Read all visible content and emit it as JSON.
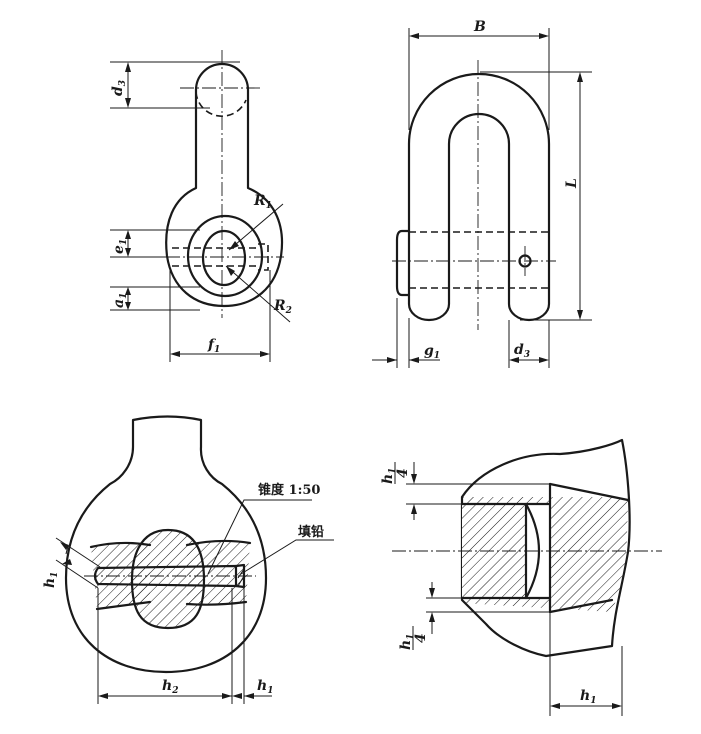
{
  "labels": {
    "d3_top": "d",
    "d3_top_sub": "3",
    "R1": "R",
    "R1_sub": "1",
    "e1": "e",
    "e1_sub": "1",
    "a1": "a",
    "a1_sub": "1",
    "R2": "R",
    "R2_sub": "2",
    "f1": "f",
    "f1_sub": "1",
    "B": "B",
    "L": "L",
    "g1": "g",
    "g1_sub": "1",
    "d3_right": "d",
    "d3_right_sub": "3",
    "taper": "锥度 1:50",
    "fill_lead": "填铅",
    "h1_left": "h",
    "h1_left_sub": "1",
    "h2": "h",
    "h2_sub": "2",
    "h1_bottom": "h",
    "h1_bottom_sub": "1",
    "h1_top_num": "h",
    "h1_top_num_sub": "1",
    "h1_top_den": "4",
    "h1_mid_num": "h",
    "h1_mid_num_sub": "1",
    "h1_mid_den": "4",
    "h1_right_bottom": "h",
    "h1_right_bottom_sub": "1"
  }
}
